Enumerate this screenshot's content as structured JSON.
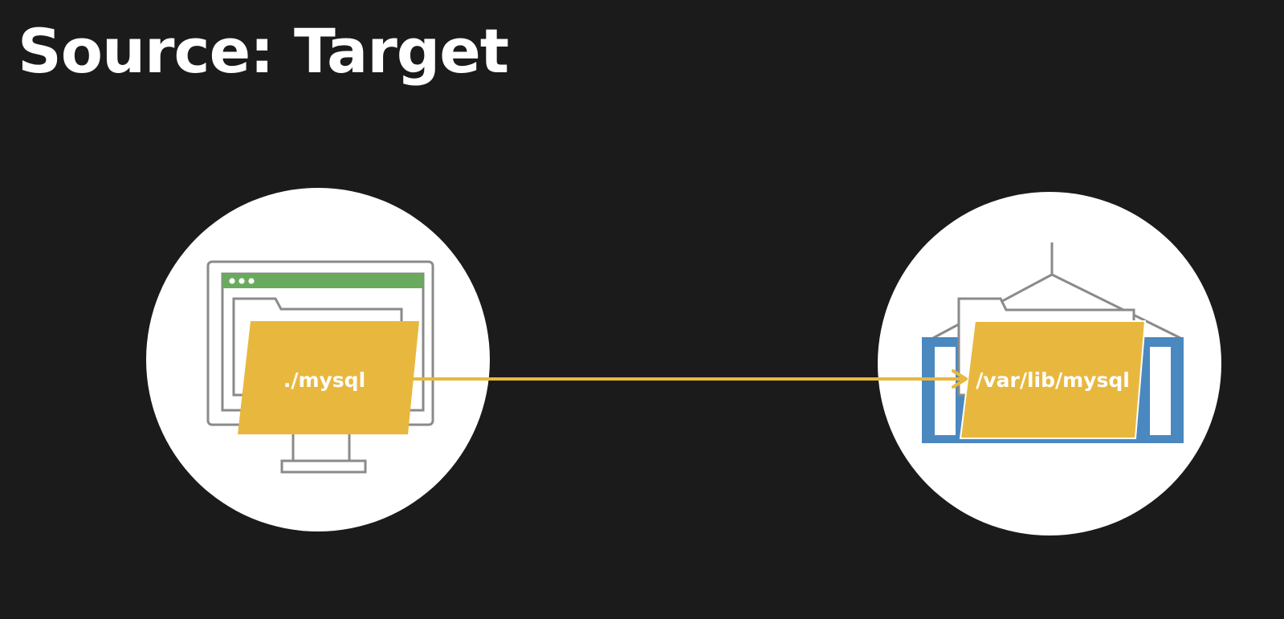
{
  "title": "Source: Target",
  "source": {
    "label": "./mysql",
    "icon": "computer-with-folder-icon"
  },
  "target": {
    "label": "/var/lib/mysql",
    "icon": "container-with-folder-icon"
  },
  "colors": {
    "background": "#1b1b1b",
    "circle": "#ffffff",
    "folder": "#e8b83e",
    "arrow": "#e8b83e",
    "window_bar": "#6aaa5e",
    "container": "#4a88c0",
    "outline": "#8a8a8a"
  }
}
